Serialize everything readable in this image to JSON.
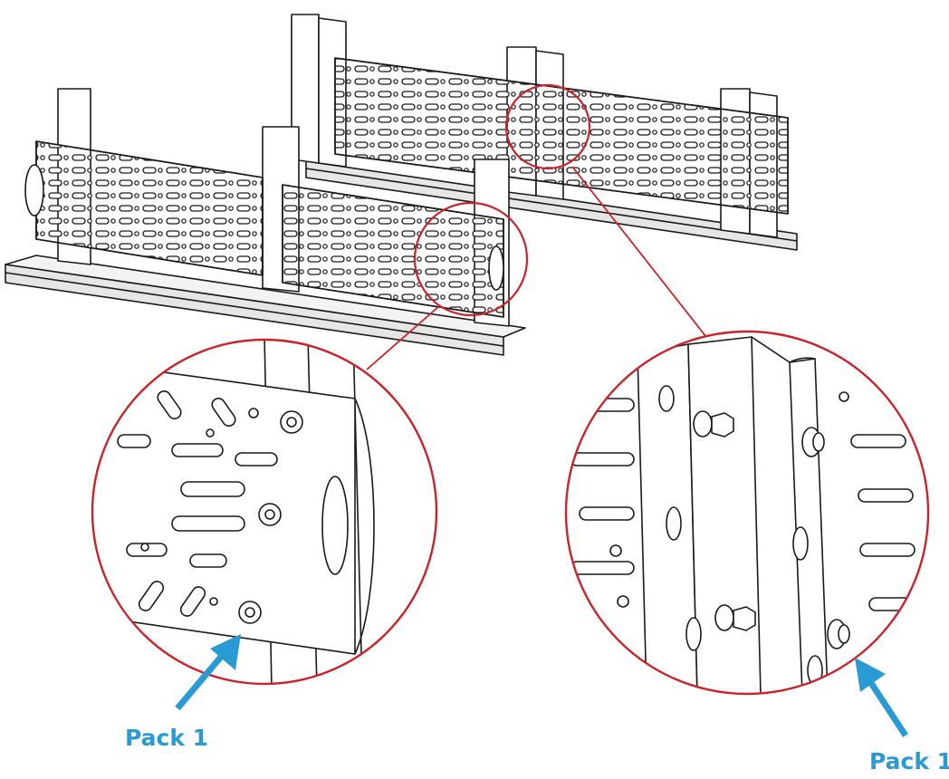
{
  "colors": {
    "line": "#1a1a1a",
    "callout": "#cc2229",
    "arrow": "#2a9ad4",
    "label": "#2a9ad4",
    "rail": "#e6e6e6"
  },
  "callouts": [
    {
      "id": "left",
      "label": "Pack 1",
      "icon": "arrow-icon"
    },
    {
      "id": "right",
      "label": "Pack 1",
      "icon": "arrow-icon"
    }
  ]
}
